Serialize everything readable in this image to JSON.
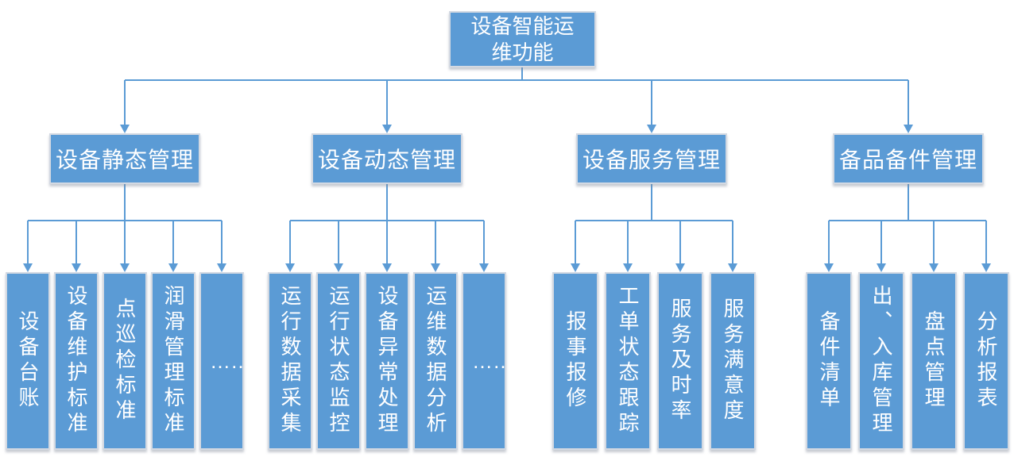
{
  "diagram": {
    "root": {
      "label": "设备智能运维功能",
      "line1": "设备智能运",
      "line2": "维功能"
    },
    "branches": [
      {
        "label": "设备静态管理",
        "children": [
          {
            "label": "设备台账"
          },
          {
            "label": "设备维护标准"
          },
          {
            "label": "点巡检标准"
          },
          {
            "label": "润滑管理标准"
          },
          {
            "label": "……"
          }
        ]
      },
      {
        "label": "设备动态管理",
        "children": [
          {
            "label": "运行数据采集"
          },
          {
            "label": "运行状态监控"
          },
          {
            "label": "设备异常处理"
          },
          {
            "label": "运维数据分析"
          },
          {
            "label": "……"
          }
        ]
      },
      {
        "label": "设备服务管理",
        "children": [
          {
            "label": "报事报修"
          },
          {
            "label": "工单状态跟踪"
          },
          {
            "label": "服务及时率"
          },
          {
            "label": "服务满意度"
          }
        ]
      },
      {
        "label": "备品备件管理",
        "children": [
          {
            "label": "备件清单"
          },
          {
            "label": "出、入库管理"
          },
          {
            "label": "盘点管理"
          },
          {
            "label": "分析报表"
          }
        ]
      }
    ],
    "colors": {
      "node_fill": "#5B9BD5",
      "node_border": "#D3D9E2",
      "connector": "#5B9BD5",
      "text": "#FFFFFF",
      "background": "#FFFFFF"
    }
  }
}
